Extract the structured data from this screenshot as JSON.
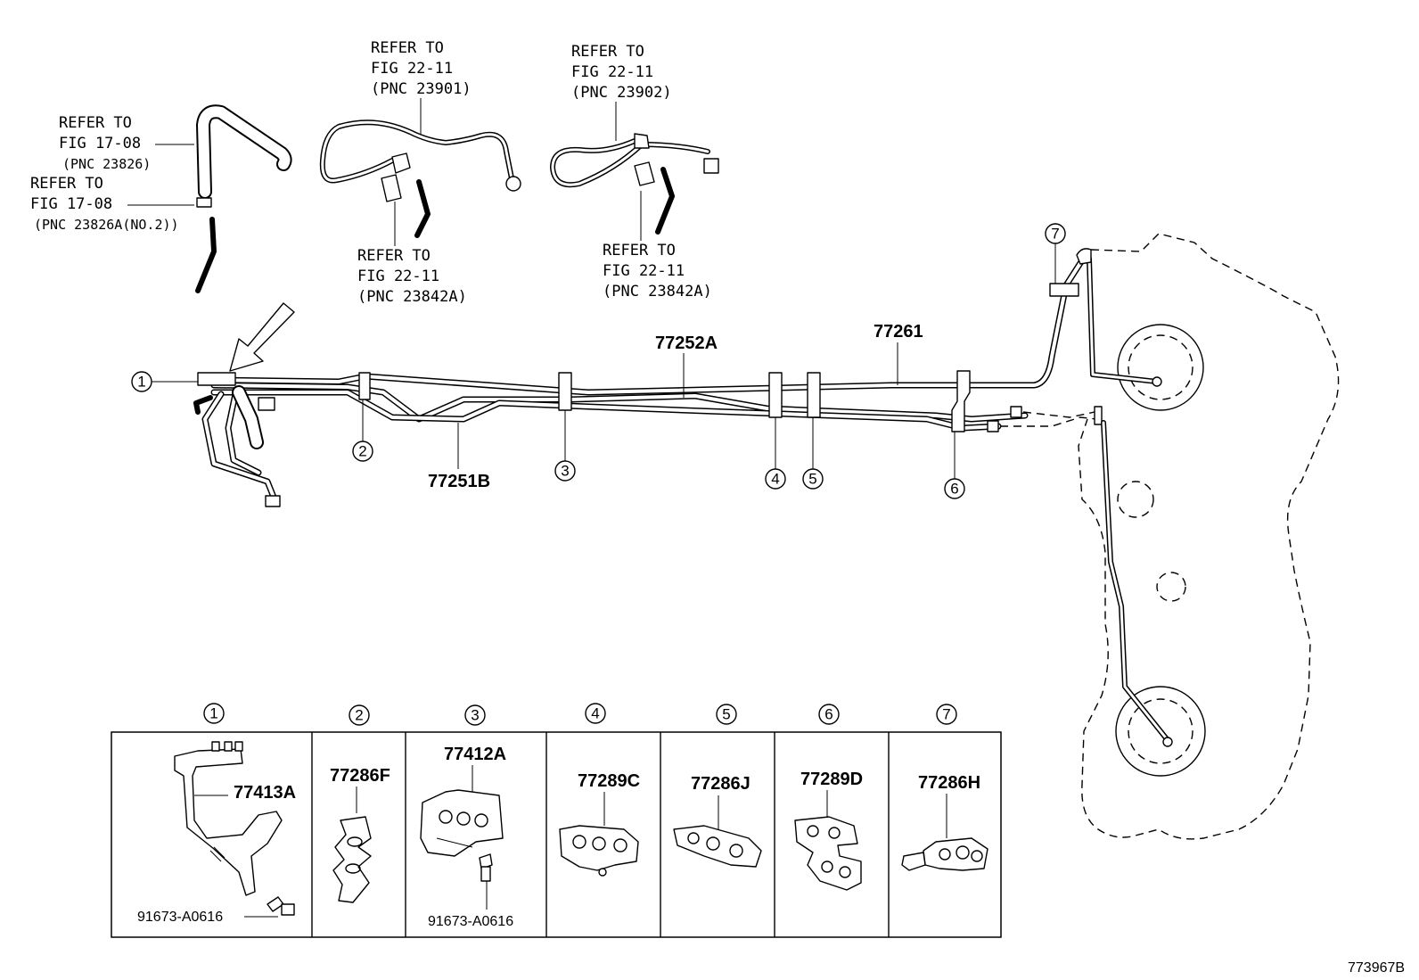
{
  "references": {
    "ref1": [
      "REFER TO",
      "FIG 17-08",
      "(PNC 23826)"
    ],
    "ref2": [
      "REFER TO",
      "FIG 17-08",
      "(PNC 23826A(NO.2))"
    ],
    "ref3": [
      "REFER TO",
      "FIG 22-11",
      "(PNC 23901)"
    ],
    "ref4": [
      "REFER TO",
      "FIG 22-11",
      "(PNC 23842A)"
    ],
    "ref5": [
      "REFER TO",
      "FIG 22-11",
      "(PNC 23902)"
    ],
    "ref6": [
      "REFER TO",
      "FIG 22-11",
      "(PNC 23842A)"
    ]
  },
  "main_parts": {
    "p77252A": "77252A",
    "p77261": "77261",
    "p77251B": "77251B"
  },
  "callouts": [
    "1",
    "2",
    "3",
    "4",
    "5",
    "6",
    "7"
  ],
  "detail_panels": [
    {
      "num": "1",
      "part": "77413A",
      "bolt": "91673-A0616"
    },
    {
      "num": "2",
      "part": "77286F"
    },
    {
      "num": "3",
      "part": "77412A",
      "bolt": "91673-A0616"
    },
    {
      "num": "4",
      "part": "77289C"
    },
    {
      "num": "5",
      "part": "77286J"
    },
    {
      "num": "6",
      "part": "77289D"
    },
    {
      "num": "7",
      "part": "77286H"
    }
  ],
  "figure_id": "773967B"
}
